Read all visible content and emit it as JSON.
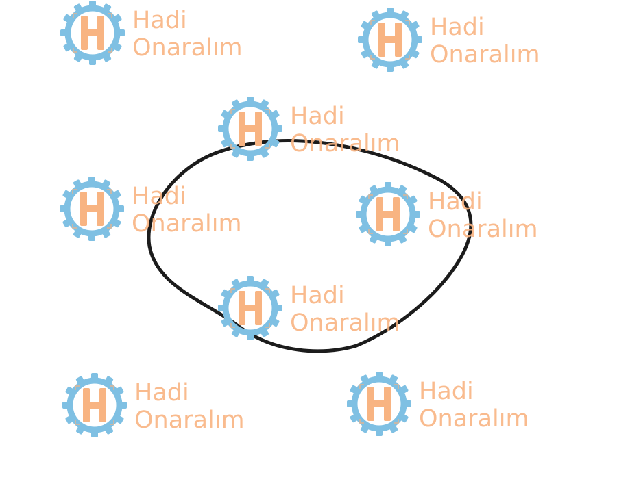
{
  "product": {
    "name": "o-ring-gasket",
    "ring_color": "#1c1c1c"
  },
  "watermark": {
    "line1": "Hadi",
    "line2": "Onaralım",
    "text_color": "#f8b482",
    "gear_color": "#7fc0e3",
    "logo_color": "#f8b482",
    "icon": "gear-h-logo-icon"
  }
}
